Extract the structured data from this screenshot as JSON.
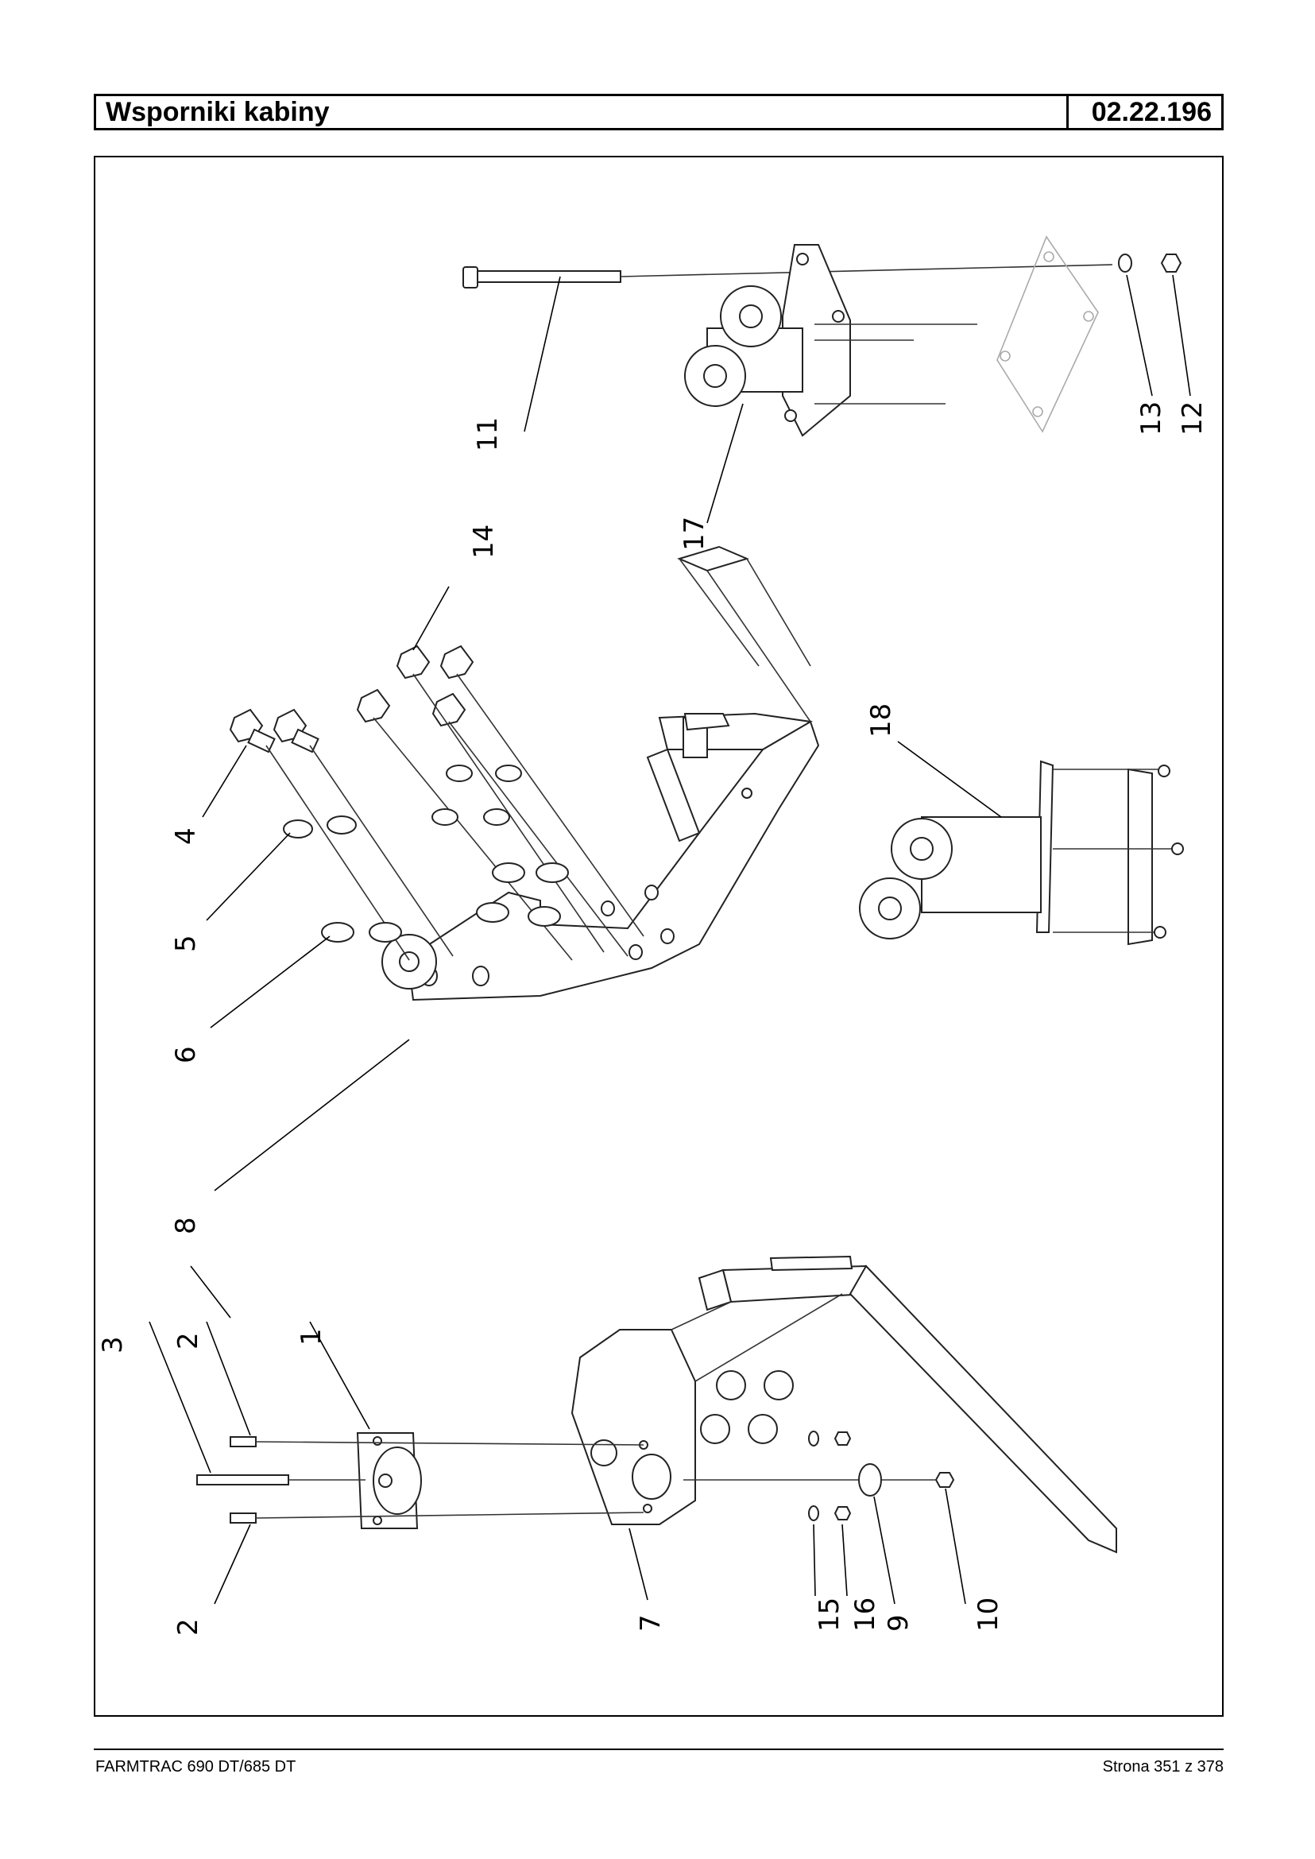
{
  "header": {
    "title": "Wsporniki kabiny",
    "code": "02.22.196"
  },
  "footer": {
    "model": "FARMTRAC 690 DT/685 DT",
    "page": "Strona 351 z 378"
  },
  "callouts": {
    "c1": "1",
    "c2a": "2",
    "c2b": "2",
    "c3": "3",
    "c4": "4",
    "c5": "5",
    "c6": "6",
    "c7": "7",
    "c8": "8",
    "c9": "9",
    "c10": "10",
    "c11": "11",
    "c12": "12",
    "c13": "13",
    "c14": "14",
    "c15": "15",
    "c16": "16",
    "c17": "17",
    "c18": "18"
  }
}
